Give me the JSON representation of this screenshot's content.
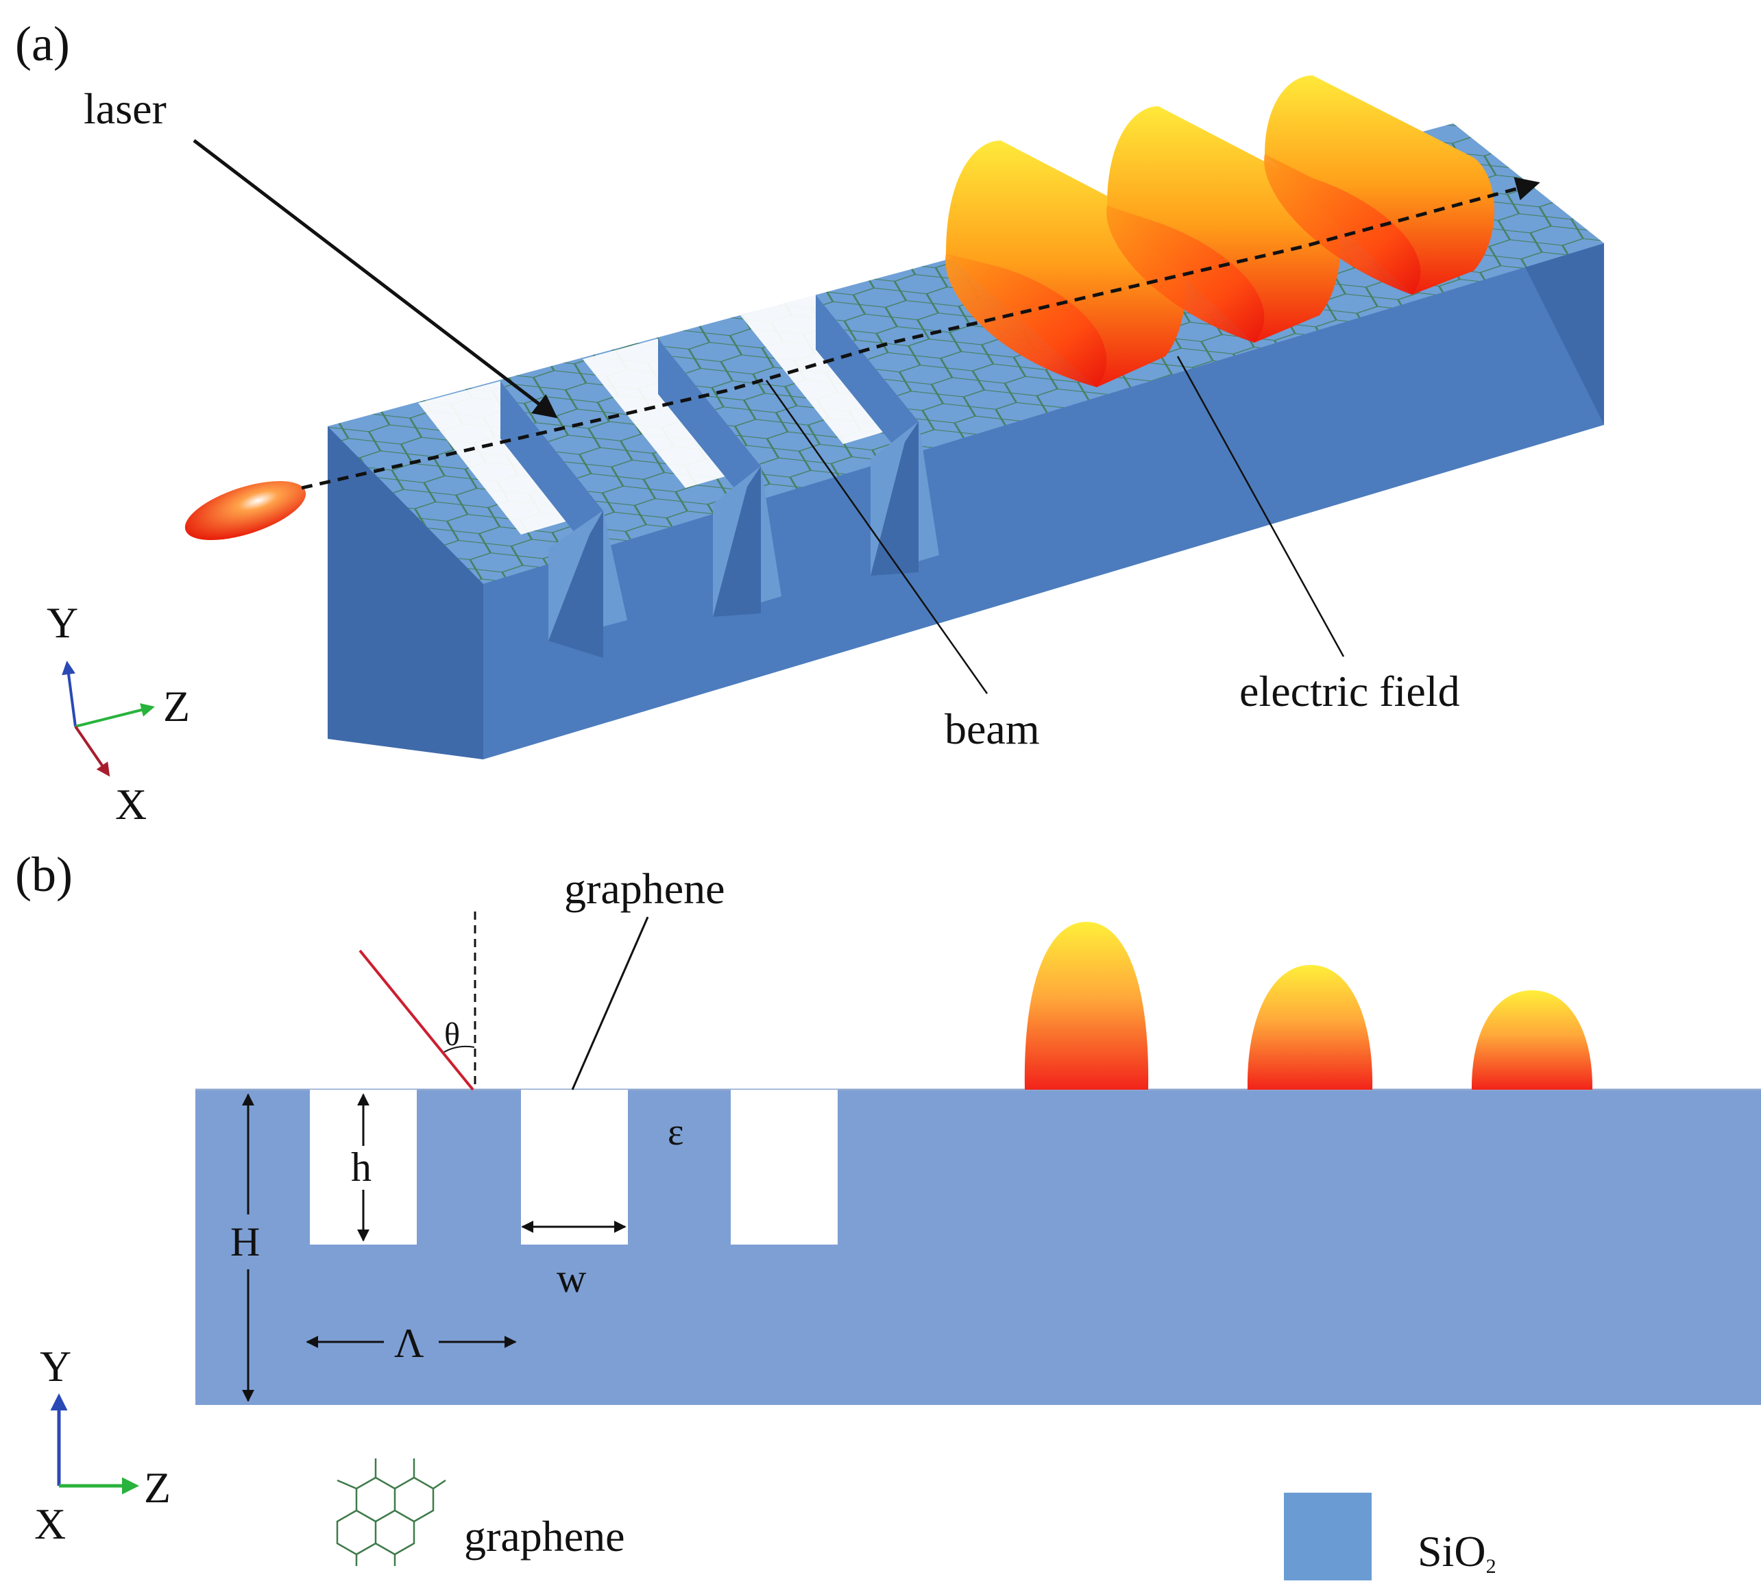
{
  "panel_a": {
    "label": "(a)",
    "laser_label": "laser",
    "beam_label": "beam",
    "field_label": "electric field",
    "axes": {
      "y": "Y",
      "z": "Z",
      "x": "X"
    }
  },
  "panel_b": {
    "label": "(b)",
    "graphene_label": "graphene",
    "theta_symbol": "θ",
    "epsilon_symbol": "ε",
    "h_label": "h",
    "H_label": "H",
    "w_label": "w",
    "lambda_label": "Λ",
    "axes": {
      "y": "Y",
      "z": "Z",
      "x": "X"
    }
  },
  "legend": {
    "graphene_label": "graphene",
    "sio2_main": "SiO",
    "sio2_sub": "2"
  },
  "colors": {
    "substrate_top": "#6fa0d6",
    "substrate_front": "#4c7cbd",
    "substrate_side": "#3f6aaa",
    "substrate_2d": "#7d9fd4",
    "legend_sio2": "#6b9bd3",
    "graphene_line": "#3f7a4a",
    "laser_line": "#cc1f2f",
    "field_top": "#ffe93a",
    "field_bottom": "#f01e0e"
  }
}
